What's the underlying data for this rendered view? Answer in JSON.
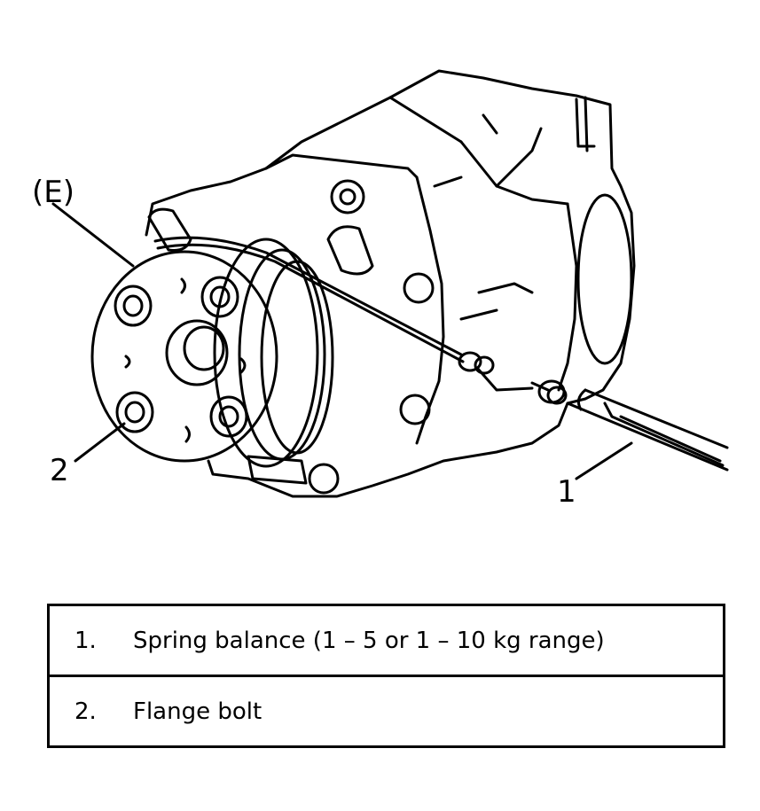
{
  "diagram": {
    "callouts": {
      "e": "(E)",
      "one": "1",
      "two": "2"
    }
  },
  "legend": {
    "rows": [
      {
        "number": "1.",
        "text": "Spring balance (1 – 5 or 1 – 10 kg range)"
      },
      {
        "number": "2.",
        "text": "Flange bolt"
      }
    ]
  }
}
